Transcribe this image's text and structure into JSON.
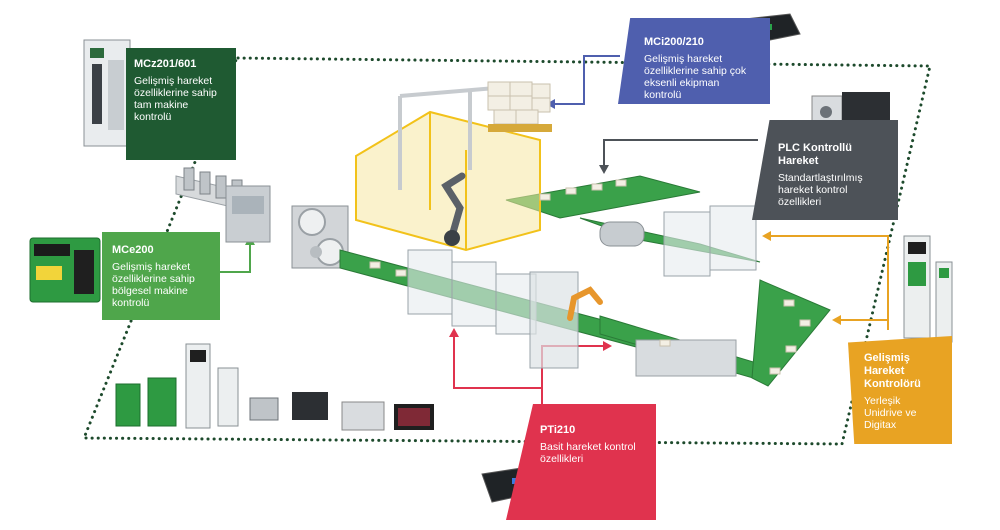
{
  "panels": {
    "mcz": {
      "title": "MCz201/601",
      "body": "Gelişmiş hareket özelliklerine sahip tam makine kontrolü"
    },
    "mce": {
      "title": "MCe200",
      "body": "Gelişmiş hareket özelliklerine sahip bölgesel makine kontrolü"
    },
    "mci": {
      "title": "MCi200/210",
      "body": "Gelişmiş hareket özelliklerine sahip çok eksenli ekipman kontrolü"
    },
    "plc": {
      "title": "PLC Kontrollü Hareket",
      "body": "Standartlaştırılmış hareket kontrol özellikleri"
    },
    "gel": {
      "title": "Gelişmiş Hareket Kontrolörü",
      "body": "Yerleşik Unidrive ve Digitax"
    },
    "pti": {
      "title": "PTi210",
      "body": "Basit hareket kontrol özellikleri"
    }
  },
  "colors": {
    "mcz": "#1f5a32",
    "mce": "#4fa64b",
    "mci": "#4f5fae",
    "plc": "#4d5258",
    "gel": "#e8a323",
    "pti": "#e0334e",
    "boundary": "#1d4a2c",
    "conveyor": "#3aa14a",
    "frame": "#cfd3d6",
    "guard": "#f2c21a"
  }
}
